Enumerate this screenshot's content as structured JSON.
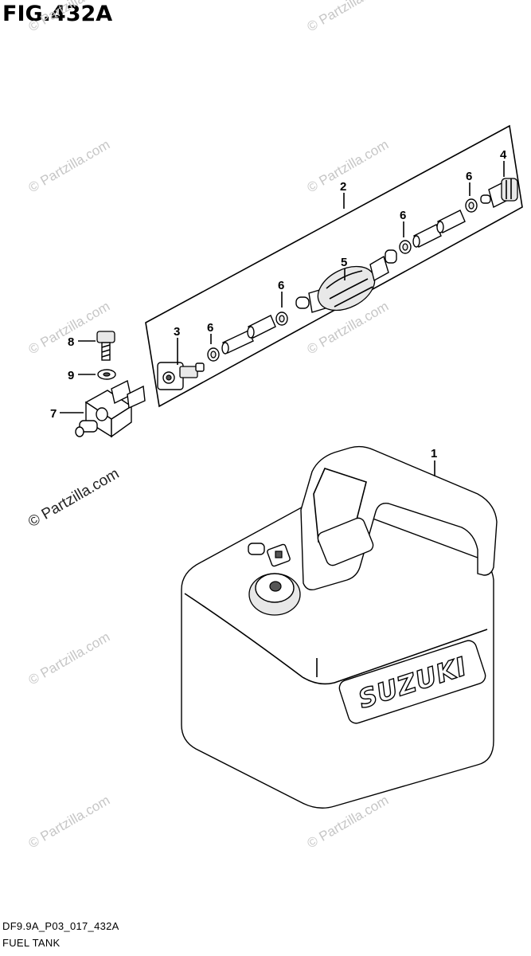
{
  "figure": {
    "title": "FIG.432A",
    "code": "DF9.9A_P03_017_432A",
    "name": "FUEL TANK"
  },
  "watermark": {
    "text": "© Partzilla.com"
  },
  "tank": {
    "brand": "SUZUKI"
  },
  "callouts": [
    {
      "number": "1",
      "part": "fuel-tank"
    },
    {
      "number": "2",
      "part": "fuel-hose-assembly"
    },
    {
      "number": "3",
      "part": "connector"
    },
    {
      "number": "4",
      "part": "tank-connector"
    },
    {
      "number": "5",
      "part": "primer-bulb"
    },
    {
      "number": "6",
      "part": "hose-clamp"
    },
    {
      "number": "6",
      "part": "hose-clamp"
    },
    {
      "number": "6",
      "part": "hose-clamp"
    },
    {
      "number": "6",
      "part": "hose-clamp"
    },
    {
      "number": "7",
      "part": "fuel-connector-bracket"
    },
    {
      "number": "8",
      "part": "bolt"
    },
    {
      "number": "9",
      "part": "washer"
    }
  ]
}
